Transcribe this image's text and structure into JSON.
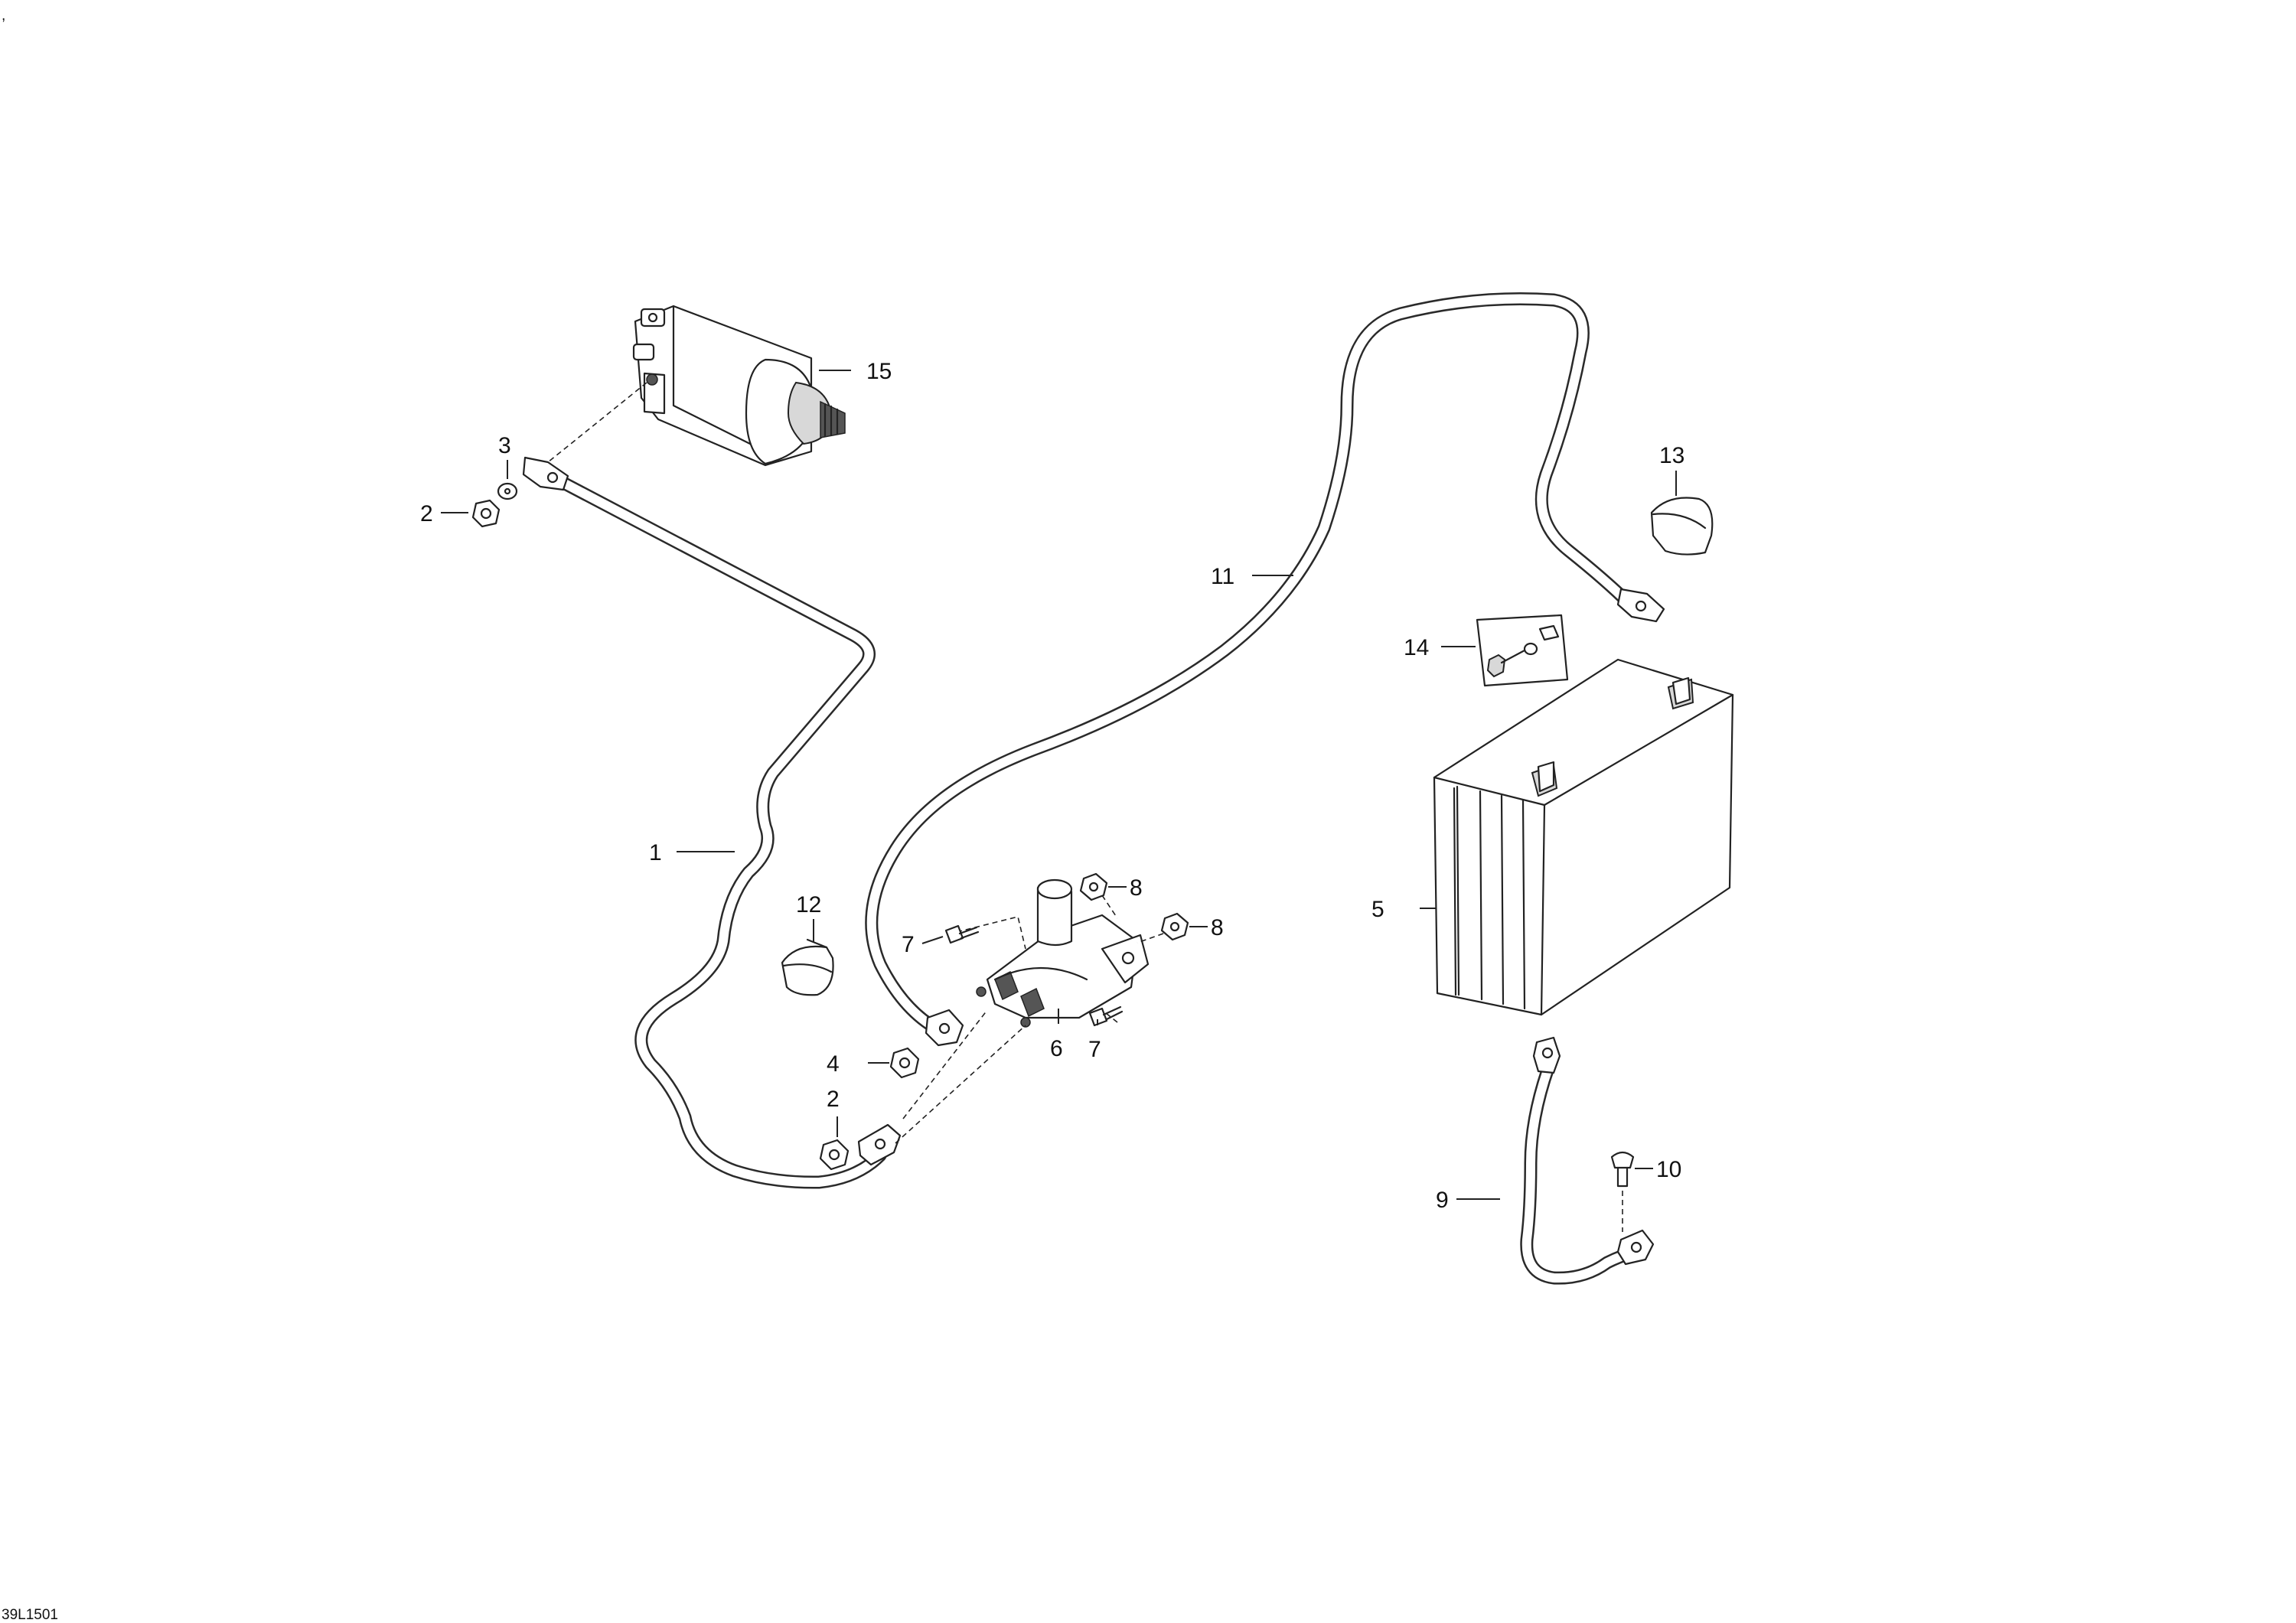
{
  "drawing": {
    "stray_mark": ",",
    "id": "39L1501"
  },
  "callouts": {
    "c1": "1",
    "c2a": "2",
    "c2b": "2",
    "c3": "3",
    "c4": "4",
    "c5": "5",
    "c6": "6",
    "c7a": "7",
    "c7b": "7",
    "c8a": "8",
    "c8b": "8",
    "c9": "9",
    "c10": "10",
    "c11": "11",
    "c12": "12",
    "c13": "13",
    "c14": "14",
    "c15": "15"
  }
}
